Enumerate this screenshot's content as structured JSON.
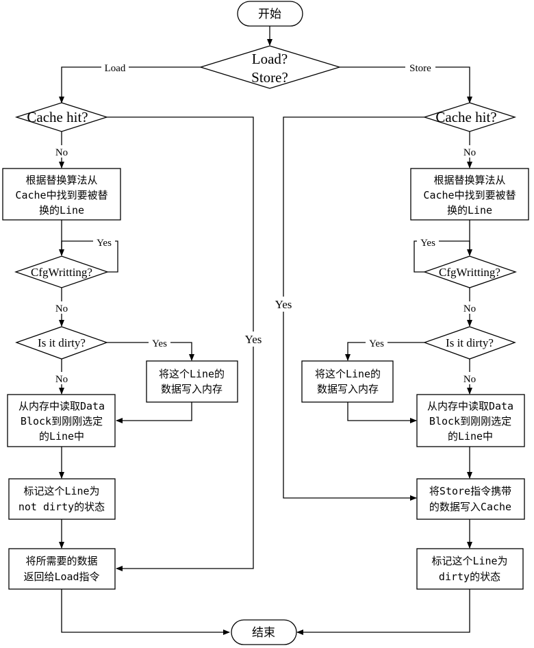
{
  "start": "开始",
  "end": "结束",
  "decision": {
    "line1": "Load?",
    "line2": "Store?"
  },
  "branch": {
    "load": "Load",
    "store": "Store"
  },
  "left": {
    "cache_hit": "Cache hit?",
    "no1": "No",
    "replace": [
      "根据替换算法从",
      "Cache中找到要被替",
      "换的Line"
    ],
    "yes_cfg": "Yes",
    "cfg": "CfgWritting?",
    "no2": "No",
    "dirty": "Is it dirty?",
    "yes_dirty": "Yes",
    "no3": "No",
    "writeback": [
      "将这个Line的",
      "数据写入内存"
    ],
    "read": [
      "从内存中读取Data",
      "Block到刚刚选定",
      "的Line中"
    ],
    "mark": [
      "标记这个Line为",
      "not dirty的状态"
    ],
    "return": [
      "将所需要的数据",
      "返回给Load指令"
    ],
    "yes_hit": "Yes"
  },
  "right": {
    "cache_hit": "Cache hit?",
    "no1": "No",
    "replace": [
      "根据替换算法从",
      "Cache中找到要被替",
      "换的Line"
    ],
    "yes_cfg": "Yes",
    "cfg": "CfgWritting?",
    "no2": "No",
    "dirty": "Is it dirty?",
    "yes_dirty": "Yes",
    "no3": "No",
    "writeback": [
      "将这个Line的",
      "数据写入内存"
    ],
    "read": [
      "从内存中读取Data",
      "Block到刚刚选定",
      "的Line中"
    ],
    "write": [
      "将Store指令携带",
      "的数据写入Cache"
    ],
    "mark": [
      "标记这个Line为",
      "dirty的状态"
    ],
    "yes_hit": "Yes"
  }
}
